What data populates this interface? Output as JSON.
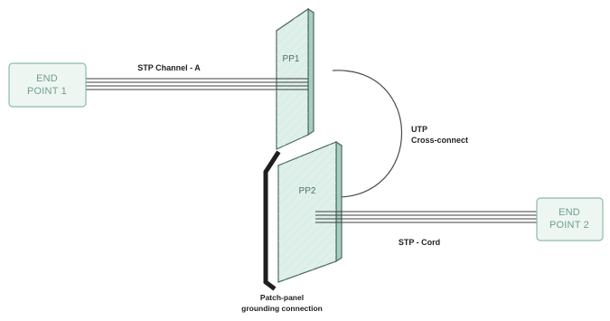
{
  "diagram": {
    "endpoint1": {
      "line1": "END",
      "line2": "POINT 1"
    },
    "endpoint2": {
      "line1": "END",
      "line2": "POINT 2"
    },
    "pp1": {
      "label": "PP1"
    },
    "pp2": {
      "label": "PP2"
    },
    "labels": {
      "stp_channel": "STP Channel - A",
      "utp_cross_1": "UTP",
      "utp_cross_2": "Cross-connect",
      "stp_cord": "STP - Cord",
      "grounding_1": "Patch-panel",
      "grounding_2": "grounding connection"
    },
    "colors": {
      "box_fill": "#eef6f2",
      "box_stroke": "#8db9ad",
      "box_text": "#6e9e91",
      "panel_face": "#dff0ea",
      "panel_side": "#b7d6cc",
      "panel_outline": "#4a6a62",
      "line": "#3f3f3f"
    }
  }
}
